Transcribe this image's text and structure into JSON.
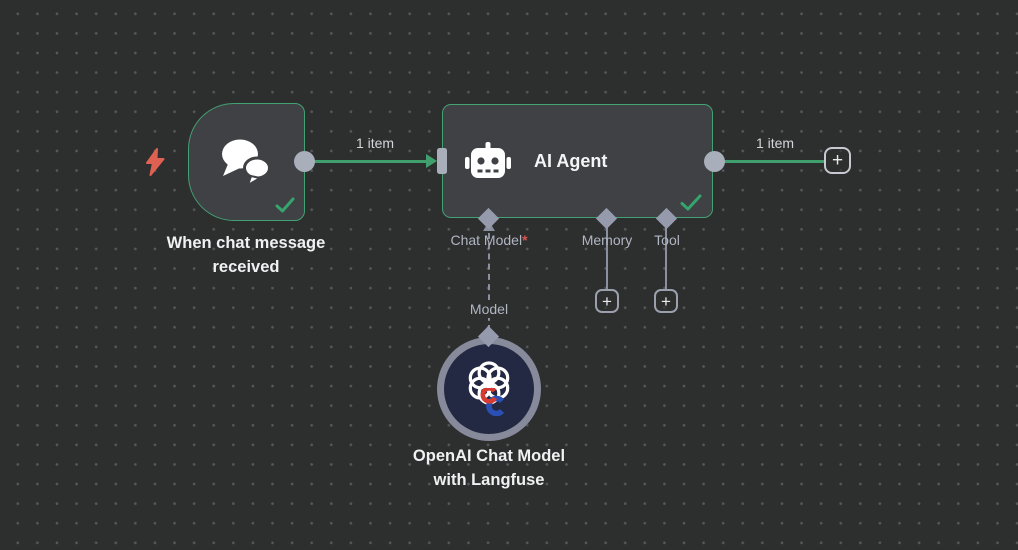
{
  "canvas": {
    "background": "#2d2e2e",
    "dot_color": "#565859"
  },
  "palette": {
    "node_fill": "#3f4144",
    "node_border_green": "#44a173",
    "connection_green": "#3fa06e",
    "connector_gray": "#a9aebb",
    "diamond_gray": "#959aad",
    "subconnection_gray": "#8b90a0",
    "sublabel_text": "#b0b6c2",
    "required_asterisk": "#d9534f",
    "trigger_bolt": "#df6152",
    "success_check": "#36a46d",
    "node_label_text": "#f0f1f2",
    "model_ring": "#868a9b",
    "model_fill": "#242943"
  },
  "trigger_node": {
    "name": "When chat message received",
    "icon": "chat-bubbles-icon",
    "status": "success"
  },
  "agent_node": {
    "name": "AI Agent",
    "icon": "robot-icon",
    "status": "success",
    "ports": [
      {
        "label": "Chat Model",
        "required_mark": "*",
        "connected": true
      },
      {
        "label": "Memory",
        "connected": false
      },
      {
        "label": "Tool",
        "connected": false
      }
    ]
  },
  "model_node": {
    "name": "OpenAI Chat Model with Langfuse",
    "icon": "openai-logo-icon",
    "port_label": "Model"
  },
  "connections": {
    "trigger_to_agent_label": "1 item",
    "agent_output_label": "1 item"
  },
  "buttons": {
    "plus": "+"
  }
}
